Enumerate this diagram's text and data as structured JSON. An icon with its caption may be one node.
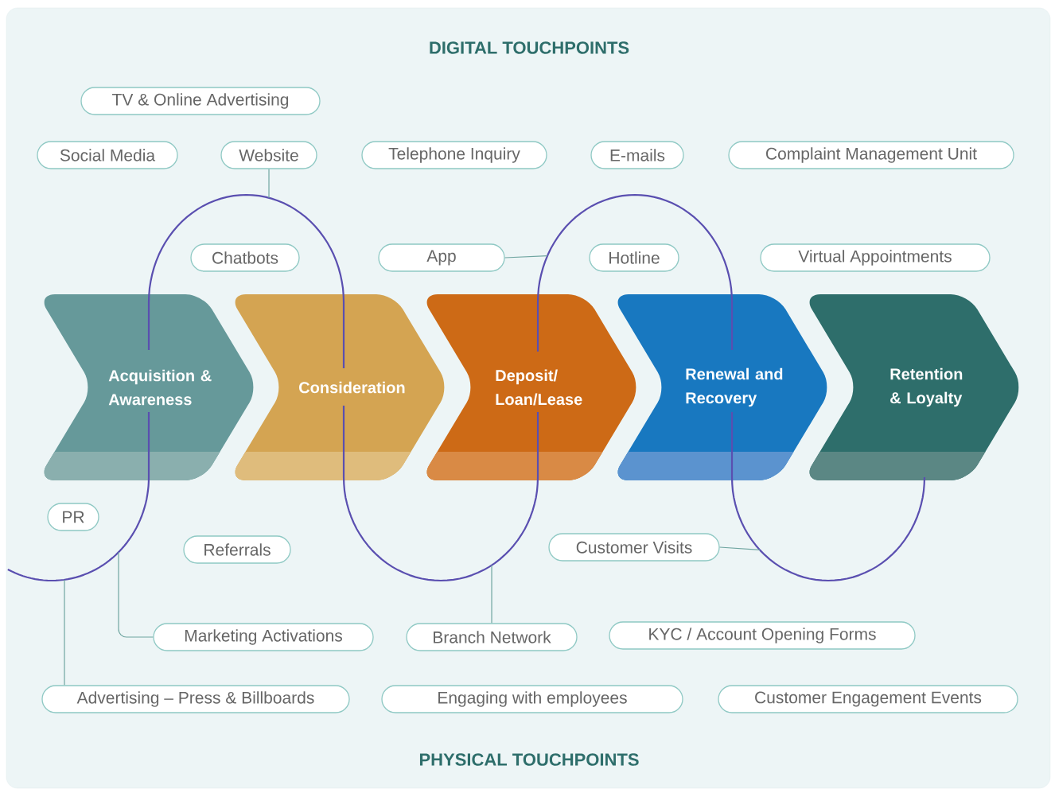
{
  "diagram": {
    "nodes": [
      {
        "text": [
          "TV & Online Advertising"
        ]
      },
      {
        "text": [
          "Social Media"
        ]
      },
      {
        "text": [
          "Website"
        ]
      },
      {
        "text": [
          "Telephone Inquiry"
        ]
      },
      {
        "text": [
          "E-mails"
        ]
      },
      {
        "text": [
          "Complaint Management Unit"
        ]
      },
      {
        "text": [
          "Chatbots"
        ]
      },
      {
        "text": [
          "App"
        ]
      },
      {
        "text": [
          "Hotline"
        ]
      },
      {
        "text": [
          "Virtual Appointments"
        ]
      },
      {
        "text": [
          "Acquisition & Awareness"
        ]
      },
      {
        "text": [
          "Consideration"
        ]
      },
      {
        "text": [
          "Deposit/ Loan/Lease"
        ]
      },
      {
        "text": [
          "Renewal and Recovery"
        ]
      },
      {
        "text": [
          "Retention & Loyalty"
        ]
      },
      {
        "text": [
          "PR"
        ]
      },
      {
        "text": [
          "Referrals"
        ]
      },
      {
        "text": [
          "Customer Visits"
        ]
      },
      {
        "text": [
          "Marketing Activations"
        ]
      },
      {
        "text": [
          "Branch Network"
        ]
      },
      {
        "text": [
          "KYC / Account Opening Forms"
        ]
      },
      {
        "text": [
          "Advertising – Press & Billboards"
        ]
      },
      {
        "text": [
          "Engaging with employees"
        ]
      },
      {
        "text": [
          "Customer Engagement Events"
        ]
      }
    ],
    "edges": [
      {
        "from": 2,
        "to": null,
        "arrow": "none"
      },
      {
        "from": 7,
        "to": null,
        "arrow": "none"
      },
      {
        "from": 17,
        "to": null,
        "arrow": "none"
      },
      {
        "from": 18,
        "to": null,
        "arrow": "none"
      },
      {
        "from": 19,
        "to": null,
        "arrow": "none"
      },
      {
        "from": 21,
        "to": null,
        "arrow": "none"
      }
    ],
    "labels": [
      "DIGITAL TOUCHPOINTS",
      "PHYSICAL TOUCHPOINTS"
    ]
  }
}
